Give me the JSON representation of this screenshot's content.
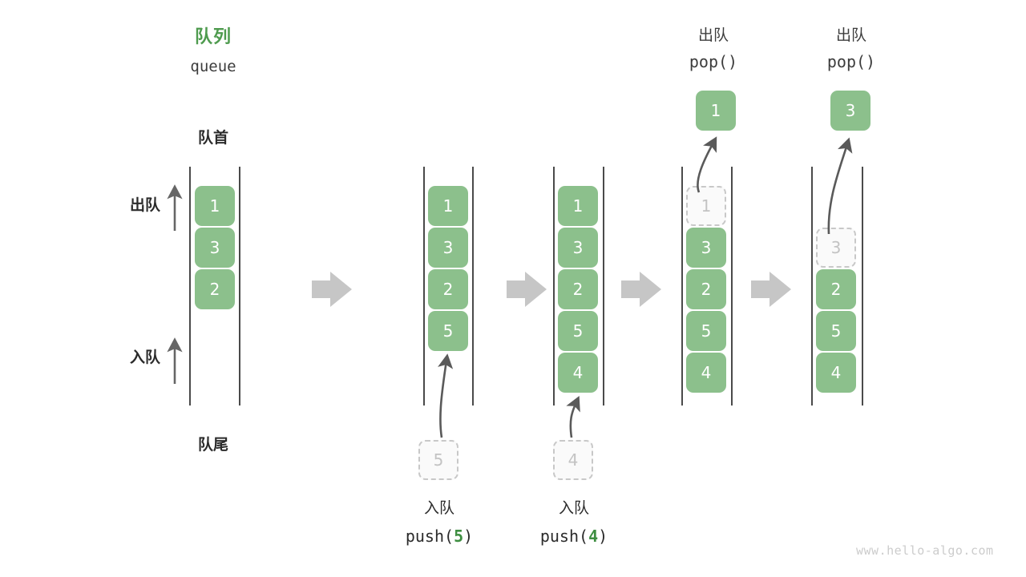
{
  "diagram": {
    "title_cn": "队列",
    "title_en": "queue",
    "front_label": "队首",
    "rear_label": "队尾",
    "dequeue_side_label": "出队",
    "enqueue_side_label": "入队",
    "watermark": "www.hello-algo.com",
    "colors": {
      "cell_fill": "#8cc08c",
      "cell_text": "#ffffff",
      "ghost_fill": "#fafafa",
      "ghost_border": "#c8c8c8",
      "ghost_text": "#c3c3c3",
      "rail": "#4a4a4a",
      "accent_green": "#4e9b4e",
      "arg_green": "#3e8e41",
      "step_arrow": "#c6c6c6",
      "curve_arrow": "#5a5a5a",
      "watermark": "#cccccc",
      "background": "#ffffff"
    }
  },
  "columns": [
    {
      "id": "initial",
      "header_cn": "",
      "header_en": "",
      "cells": [
        "1",
        "3",
        "2"
      ],
      "ghost_index": -1,
      "footer_cn": "",
      "footer_en": "",
      "footer_arg": ""
    },
    {
      "id": "push-5",
      "header_cn": "",
      "header_en": "",
      "cells": [
        "1",
        "3",
        "2",
        "5"
      ],
      "ghost_index": -1,
      "incoming_value": "5",
      "footer_cn": "入队",
      "footer_en_prefix": "push(",
      "footer_arg": "5",
      "footer_en_suffix": ")"
    },
    {
      "id": "push-4",
      "header_cn": "",
      "header_en": "",
      "cells": [
        "1",
        "3",
        "2",
        "5",
        "4"
      ],
      "ghost_index": -1,
      "incoming_value": "4",
      "footer_cn": "入队",
      "footer_en_prefix": "push(",
      "footer_arg": "4",
      "footer_en_suffix": ")"
    },
    {
      "id": "pop-1",
      "header_cn": "出队",
      "header_en": "pop()",
      "popped_value": "1",
      "cells": [
        "1",
        "3",
        "2",
        "5",
        "4"
      ],
      "ghost_index": 0,
      "footer_cn": "",
      "footer_en": ""
    },
    {
      "id": "pop-3",
      "header_cn": "出队",
      "header_en": "pop()",
      "popped_value": "3",
      "cells": [
        "3",
        "2",
        "5",
        "4"
      ],
      "ghost_index": 0,
      "footer_cn": "",
      "footer_en": ""
    }
  ],
  "step_arrows": [
    "step-arrow-1",
    "step-arrow-2",
    "step-arrow-3",
    "step-arrow-4"
  ]
}
